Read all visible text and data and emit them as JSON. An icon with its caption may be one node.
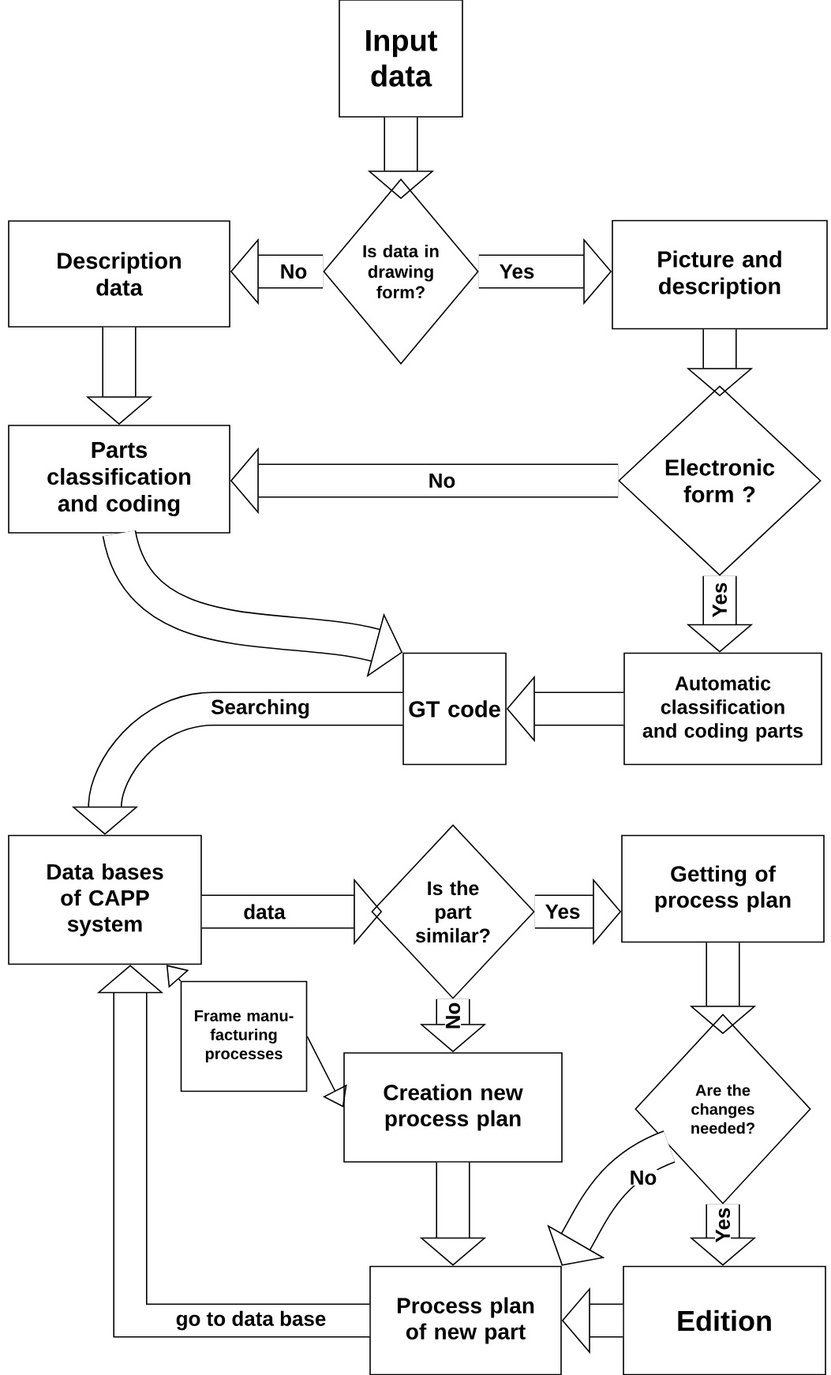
{
  "diagram": {
    "nodes": [
      {
        "text": [
          "Input data"
        ]
      },
      {
        "text": [
          "Is data in drawing form?"
        ]
      },
      {
        "text": [
          "Description data"
        ]
      },
      {
        "text": [
          "Picture and description"
        ]
      },
      {
        "text": [
          "Electronic form ?"
        ]
      },
      {
        "text": [
          "Parts classification and coding"
        ]
      },
      {
        "text": [
          "GT code"
        ]
      },
      {
        "text": [
          "Automatic classification and coding parts"
        ]
      },
      {
        "text": [
          "Data bases of CAPP system"
        ]
      },
      {
        "text": [
          "Is the part similar?"
        ]
      },
      {
        "text": [
          "Getting of process plan"
        ]
      },
      {
        "text": [
          "Frame manu-facturing processes"
        ]
      },
      {
        "text": [
          "Are the changes needed?"
        ]
      },
      {
        "text": [
          "Creation new process plan"
        ]
      },
      {
        "text": [
          "Process plan of new part"
        ]
      },
      {
        "text": [
          "Edition"
        ]
      }
    ],
    "edges": [
      {
        "from": 0,
        "to": 1,
        "arrow": "to"
      },
      {
        "from": 1,
        "to": 2,
        "arrow": "to",
        "label": "No"
      },
      {
        "from": 1,
        "to": 3,
        "arrow": "to",
        "label": "Yes"
      },
      {
        "from": 2,
        "to": 5,
        "arrow": "to"
      },
      {
        "from": 3,
        "to": 4,
        "arrow": "to"
      },
      {
        "from": 4,
        "to": 5,
        "arrow": "to",
        "label": "No"
      },
      {
        "from": 4,
        "to": 7,
        "arrow": "to",
        "label": "Yes"
      },
      {
        "from": 5,
        "to": 6,
        "arrow": "to"
      },
      {
        "from": 7,
        "to": 6,
        "arrow": "to"
      },
      {
        "from": 6,
        "to": 8,
        "arrow": "to",
        "label": "Searching"
      },
      {
        "from": 8,
        "to": 9,
        "arrow": "to",
        "label": "data"
      },
      {
        "from": 9,
        "to": 10,
        "arrow": "to",
        "label": "Yes"
      },
      {
        "from": 9,
        "to": 13,
        "arrow": "to",
        "label": "No"
      },
      {
        "from": 10,
        "to": 12,
        "arrow": "to"
      },
      {
        "from": 11,
        "to": 8,
        "arrow": "to"
      },
      {
        "from": 11,
        "to": 13,
        "arrow": "to"
      },
      {
        "from": 12,
        "to": 15,
        "arrow": "to",
        "label": "Yes"
      },
      {
        "from": 12,
        "to": 14,
        "arrow": "to",
        "label": "No"
      },
      {
        "from": 13,
        "to": 14,
        "arrow": "to"
      },
      {
        "from": 15,
        "to": 14,
        "arrow": "to"
      },
      {
        "from": 14,
        "to": 8,
        "arrow": "to",
        "label": "go to data base"
      }
    ]
  }
}
